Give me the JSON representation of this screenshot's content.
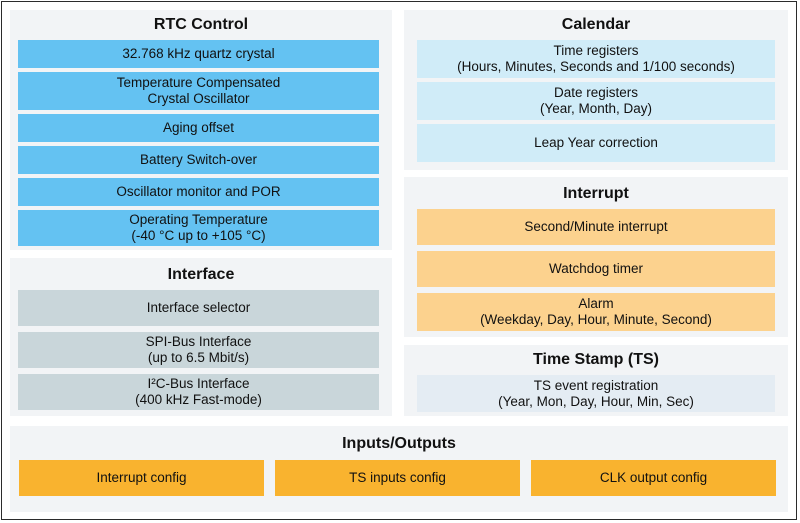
{
  "rtc_control": {
    "title": "RTC Control",
    "items": [
      "32.768 kHz quartz crystal",
      "Temperature Compensated\nCrystal Oscillator",
      "Aging offset",
      "Battery Switch-over",
      "Oscillator monitor and POR",
      "Operating Temperature\n(-40 °C up to +105 °C)"
    ]
  },
  "interface": {
    "title": "Interface",
    "items": [
      "Interface selector",
      "SPI-Bus Interface\n(up to 6.5 Mbit/s)",
      "I²C-Bus Interface\n(400 kHz Fast-mode)"
    ]
  },
  "calendar": {
    "title": "Calendar",
    "items": [
      "Time registers\n(Hours, Minutes, Seconds and 1/100 seconds)",
      "Date registers\n(Year, Month, Day)",
      "Leap Year correction"
    ]
  },
  "interrupt": {
    "title": "Interrupt",
    "items": [
      "Second/Minute interrupt",
      "Watchdog timer",
      "Alarm\n(Weekday, Day, Hour, Minute, Second)"
    ]
  },
  "time_stamp": {
    "title": "Time Stamp (TS)",
    "items": [
      "TS event registration\n(Year, Mon, Day, Hour, Min, Sec)"
    ]
  },
  "inputs_outputs": {
    "title": "Inputs/Outputs",
    "items": [
      "Interrupt config",
      "TS inputs config",
      "CLK output config"
    ]
  },
  "colors": {
    "rtc": "#64c2f2",
    "interface": "#c9d6da",
    "calendar": "#d0ecf8",
    "interrupt": "#fcd28e",
    "time_stamp": "#e4ecf3",
    "inputs_outputs": "#f9b32f"
  }
}
